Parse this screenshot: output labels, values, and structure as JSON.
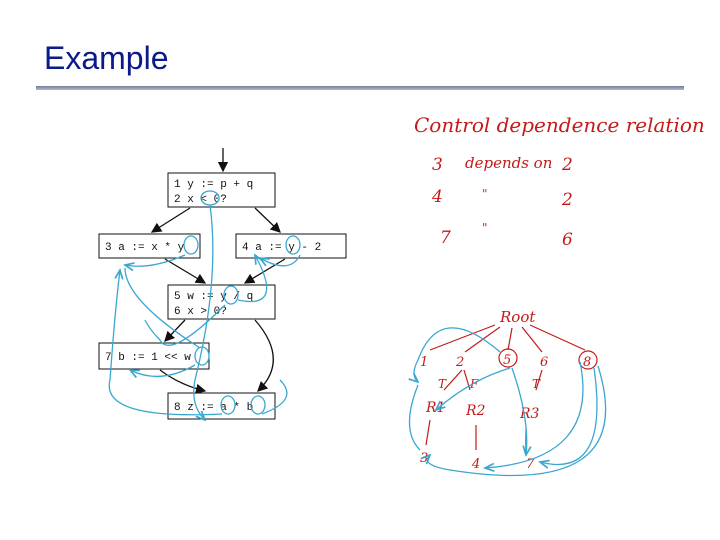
{
  "slide": {
    "title": "Example"
  },
  "cfg": {
    "block1": [
      "1 y := p + q",
      "2 x < 0?"
    ],
    "block3": "3 a := x * y",
    "block4": "4 a := y - 2",
    "block5": [
      "5 w := y / q",
      "6 x > 0?"
    ],
    "block7": "7 b := 1 << w",
    "block8": "8 z := a * b"
  },
  "relation": {
    "heading": "Control dependence relation",
    "rows": [
      {
        "node": "3",
        "text": "depends on",
        "dep": "2"
      },
      {
        "node": "4",
        "text": "\"",
        "dep": "2"
      },
      {
        "node": "7",
        "text": "\"",
        "dep": "6"
      }
    ]
  },
  "tree": {
    "root": "Root",
    "nodes": [
      "1",
      "2",
      "5",
      "6",
      "8"
    ],
    "edge_labels": [
      "T",
      "F",
      "T"
    ],
    "regions": [
      "R1",
      "R2",
      "R3"
    ],
    "leaves": [
      "3",
      "4",
      "7"
    ]
  },
  "colors": {
    "title": "#0a1a8a",
    "annot": "#c41a1a",
    "arrows": "#3aa7d0"
  }
}
